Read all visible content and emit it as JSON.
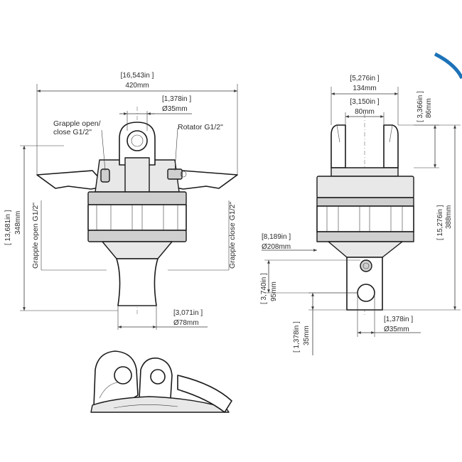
{
  "accent_color": "#1d72b8",
  "front_view": {
    "overall_width": {
      "inches": "[16,543in ]",
      "mm": "420mm"
    },
    "pin_diameter": {
      "inches": "[1,378in ]",
      "mm": "Ø35mm"
    },
    "shaft_diameter": {
      "inches": "[3,071in ]",
      "mm": "Ø78mm"
    },
    "overall_height": {
      "inches": "[ 13,681in ]",
      "mm": "348mm"
    },
    "port_grapple_open_callout": "Grapple open/\nclose G1/2\"",
    "port_rotator_callout": "Rotator G1/2\"",
    "port_grapple_open_side": "Grapple open G1/2\"",
    "port_grapple_close_side": "Grapple close G1/2\""
  },
  "side_view": {
    "top_width": {
      "inches": "[5,276in ]",
      "mm": "134mm"
    },
    "inner_width": {
      "inches": "[3,150in ]",
      "mm": "80mm"
    },
    "top_height": {
      "inches": "[ 3,366in ]",
      "mm": "86mm"
    },
    "overall_height": {
      "inches": "[ 15,276in ]",
      "mm": "388mm"
    },
    "flange_diameter": {
      "inches": "[8,189in ]",
      "mm": "Ø208mm"
    },
    "hole_spacing": {
      "inches": "[ 3,740in ]",
      "mm": "95mm"
    },
    "hole_diameter": {
      "inches": "[1,378in ]",
      "mm": "Ø35mm"
    },
    "hole_offset": {
      "inches": "[ 1,378in ]",
      "mm": "35mm"
    }
  }
}
